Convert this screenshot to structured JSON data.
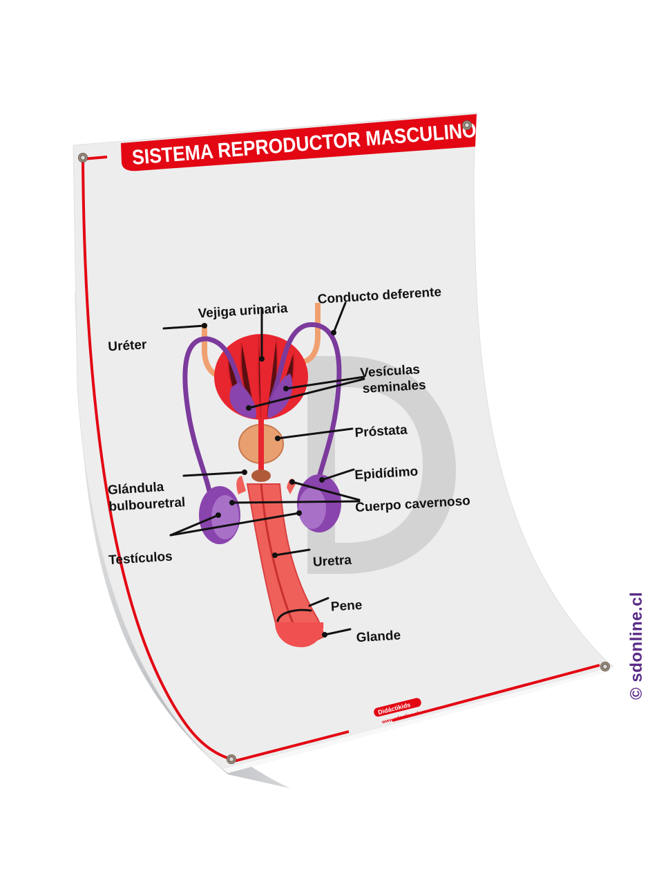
{
  "poster": {
    "title": "SISTEMA REPRODUCTOR MASCULINO",
    "footer_logo_text": "Didáctikids",
    "footer_url": "www.sdonline.cl"
  },
  "labels": {
    "vejiga": "Vejiga urinaria",
    "conducto": "Conducto deferente",
    "ureter": "Uréter",
    "vesiculas_1": "Vesículas",
    "vesiculas_2": "seminales",
    "prostata": "Próstata",
    "glandula_1": "Glándula",
    "glandula_2": "bulbouretral",
    "epididimo": "Epidídimo",
    "cuerpo": "Cuerpo cavernoso",
    "testiculos": "Testículos",
    "uretra": "Uretra",
    "pene": "Pene",
    "glande": "Glande"
  },
  "watermark": "© sdonline.cl",
  "colors": {
    "brand_red": "#e30613",
    "sheet": "#ededed",
    "bladder": "#e8262f",
    "purple": "#7b3a9c",
    "ureter": "#f0a070",
    "prostate": "#e8a070",
    "penis": "#f0605a",
    "copyright": "#5b2a86"
  }
}
